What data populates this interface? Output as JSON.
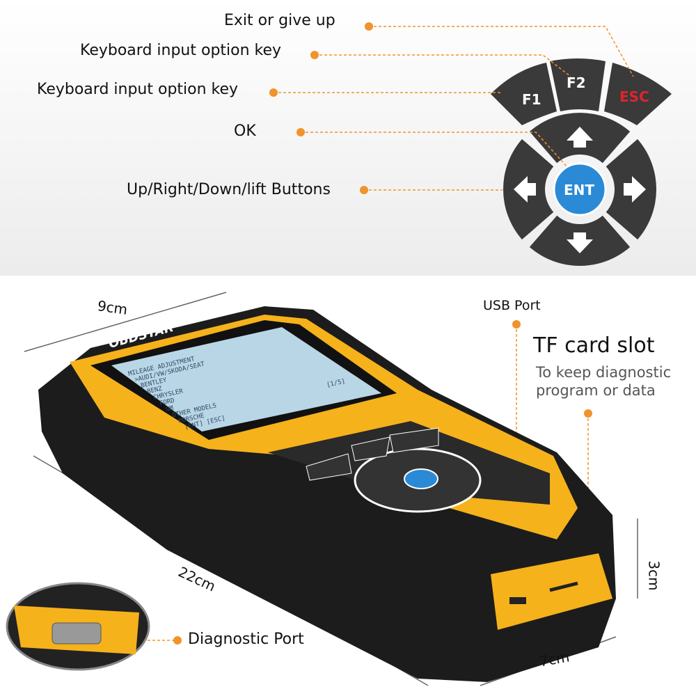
{
  "callouts": {
    "esc": "Exit or give up",
    "f2": "Keyboard input option key",
    "f1": "Keyboard input option key",
    "ent": "OK",
    "arrows": "Up/Right/Down/lift Buttons",
    "usb": "USB Port",
    "tf_title": "TF card slot",
    "tf_desc_1": "To keep diagnostic",
    "tf_desc_2": "program or data",
    "diag": "Diagnostic Port"
  },
  "keys": {
    "f1": "F1",
    "f2": "F2",
    "esc": "ESC",
    "ent": "ENT"
  },
  "dimensions": {
    "width": "9cm",
    "length": "22cm",
    "depth": "7cm",
    "height": "3cm"
  },
  "device": {
    "brand": "OBDSTAR",
    "screen": [
      "MILEAGE ADJUSTMENT",
      ">AUDI/VW/SKODA/SEAT",
      "BENTLEY",
      "BENZ",
      "CHRYSLER",
      "FORD",
      "GM",
      "OTHER MODELS",
      "PORSCHE"
    ],
    "page": "[1/5]",
    "footer": "[ENT] [ESC]"
  },
  "colors": {
    "accent": "#f0932b",
    "body": "#1c1c1c",
    "yellow": "#f6b21b",
    "ent": "#2b8ad6",
    "esc": "#e0242b",
    "key": "#3a3a3a"
  }
}
